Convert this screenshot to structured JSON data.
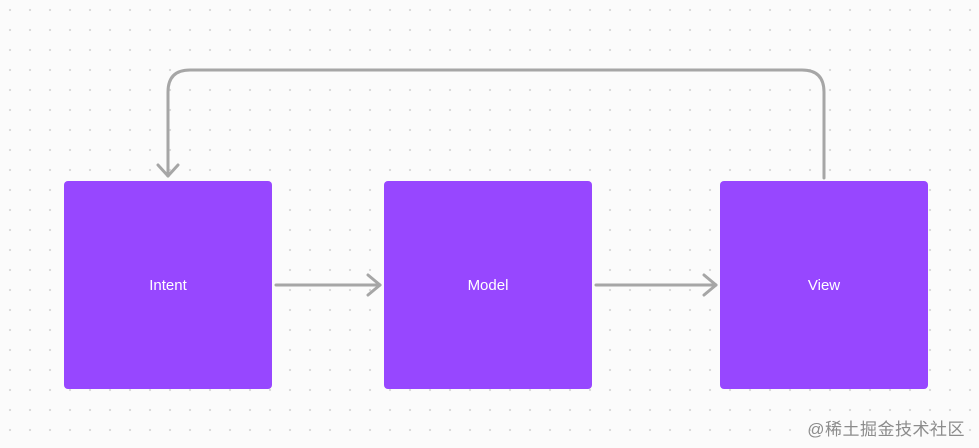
{
  "nodes": {
    "intent": {
      "label": "Intent"
    },
    "model": {
      "label": "Model"
    },
    "view": {
      "label": "View"
    }
  },
  "edges": [
    {
      "from": "Intent",
      "to": "Model"
    },
    {
      "from": "Model",
      "to": "View"
    },
    {
      "from": "View",
      "to": "Intent"
    }
  ],
  "watermark": "@稀土掘金技术社区",
  "colors": {
    "node_fill": "#9747ff",
    "node_text": "#ffffff",
    "arrow": "#a6a6a6",
    "background": "#fbfbfb",
    "grid_dot": "#d9d9d9"
  }
}
